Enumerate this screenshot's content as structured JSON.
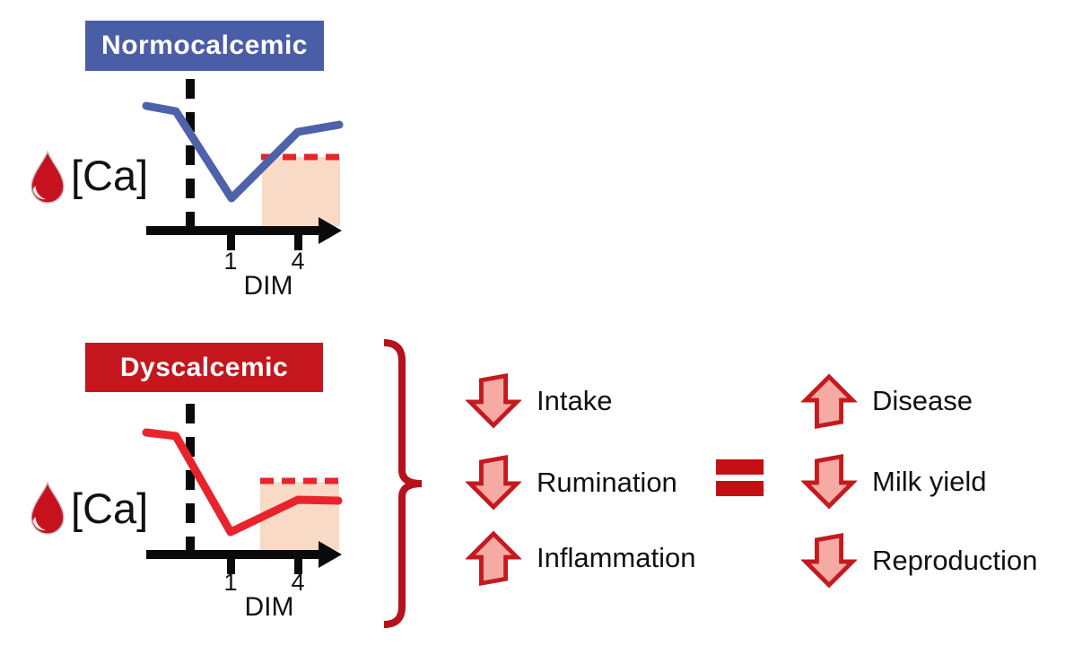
{
  "colors": {
    "normo_banner": "#4a5ea7",
    "normo_line": "#4e62ab",
    "dys_banner": "#c5161d",
    "dys_line": "#e8232c",
    "threshold_dash": "#e8232c",
    "subnormal_region_fill": "#f9dac6",
    "axis": "#0a0a0a",
    "arrow_fill": "#f5aba3",
    "arrow_stroke": "#c41a1f",
    "equals": "#c40f13",
    "brace": "#b5121b"
  },
  "charts": [
    {
      "banner": "Normocalcemic",
      "y_axis_label": "[Ca]",
      "y_axis_icon": "blood-drop-icon",
      "x_axis_label": "DIM",
      "x_ticks": [
        "1",
        "4"
      ],
      "line_points": "13,33 46,39 108,136 182,62 228,54"
    },
    {
      "banner": "Dyscalcemic",
      "y_axis_label": "[Ca]",
      "y_axis_icon": "blood-drop-icon",
      "x_axis_label": "DIM",
      "x_ticks": [
        "1",
        "4"
      ],
      "line_points": "13,37 46,41 107,148 182,112 227,113"
    }
  ],
  "chart_data": [
    {
      "type": "line",
      "title": "Normocalcemic",
      "xlabel": "DIM",
      "ylabel": "[Ca]",
      "x_ticks_shown": [
        1,
        4
      ],
      "series": [
        {
          "name": "blood calcium",
          "shape": "nadir at 1 DIM, recovers above dashed threshold by 4 DIM"
        }
      ]
    },
    {
      "type": "line",
      "title": "Dyscalcemic",
      "xlabel": "DIM",
      "ylabel": "[Ca]",
      "x_ticks_shown": [
        1,
        4
      ],
      "series": [
        {
          "name": "blood calcium",
          "shape": "deeper nadir at 1 DIM, remains below dashed threshold after 4 DIM"
        }
      ]
    }
  ],
  "factors": {
    "items": [
      {
        "label": "Intake",
        "direction": "down"
      },
      {
        "label": "Rumination",
        "direction": "down"
      },
      {
        "label": "Inflammation",
        "direction": "up"
      }
    ]
  },
  "outcomes": {
    "items": [
      {
        "label": "Disease",
        "direction": "up"
      },
      {
        "label": "Milk yield",
        "direction": "down"
      },
      {
        "label": "Reproduction",
        "direction": "down"
      }
    ]
  },
  "equals_symbol": "="
}
